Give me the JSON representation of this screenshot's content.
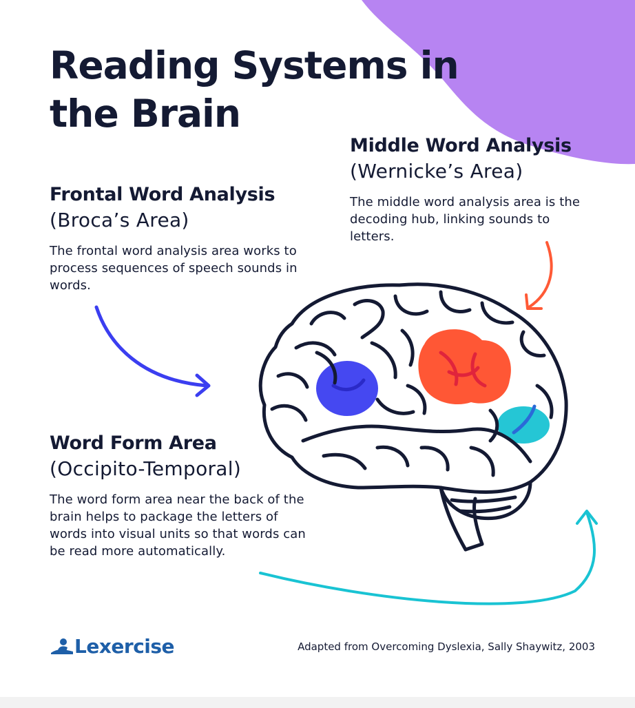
{
  "title": "Reading Systems in the Brain",
  "regions": {
    "frontal": {
      "heading": "Frontal Word Analysis",
      "subheading": "(Broca’s Area)",
      "description": "The frontal word analysis area works to process sequences of speech sounds in words.",
      "color": "#3b3ef0"
    },
    "middle": {
      "heading": "Middle Word Analysis",
      "subheading": "(Wernicke’s Area)",
      "description": "The middle word analysis area is the decoding hub, linking sounds to letters.",
      "color": "#ff4e2a"
    },
    "wordform": {
      "heading": "Word Form Area",
      "subheading": "(Occipito-Temporal)",
      "description": "The word form area near the back of the brain helps to package the letters of words into visual units so that words can be read more automatically.",
      "color": "#19c3d3"
    }
  },
  "accent": "#b784f2",
  "footer": {
    "brand": "Lexercise",
    "brand_color": "#1e5fa8",
    "credit": "Adapted from Overcoming Dyslexia, Sally Shaywitz, 2003"
  }
}
